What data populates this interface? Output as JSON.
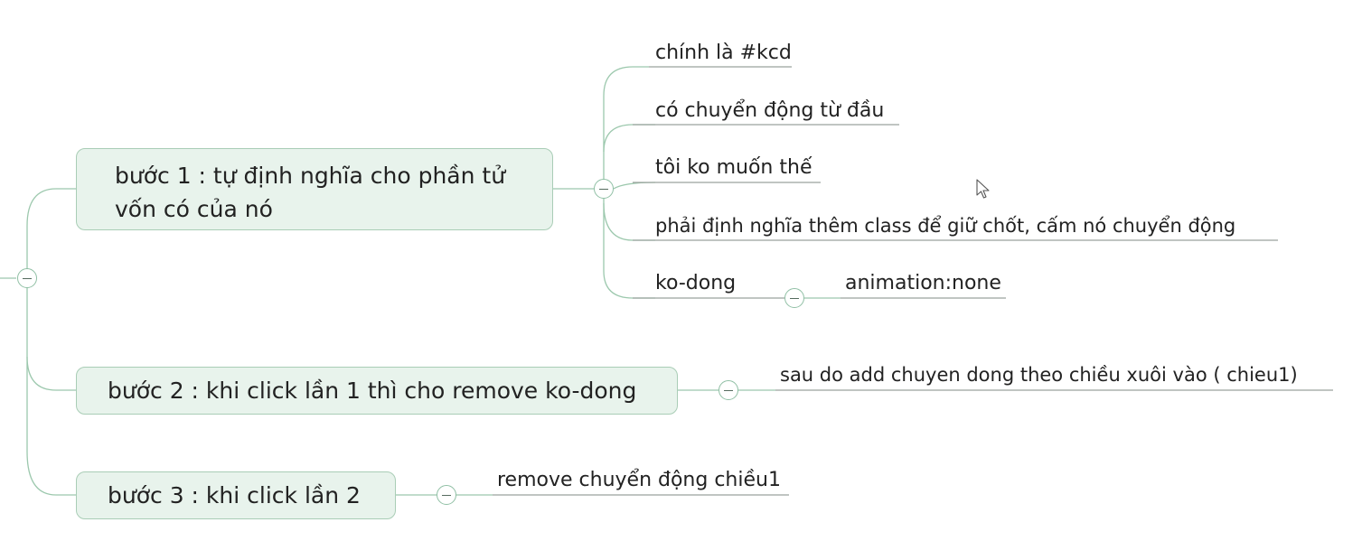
{
  "colors": {
    "connector": "#9cc8ad",
    "node_fill": "#e8f3ec",
    "node_border": "#a9cdb6",
    "leaf_underline": "#9aa29d"
  },
  "icons": {
    "toggle": "collapse-minus-icon",
    "cursor": "mouse-pointer-icon"
  },
  "steps": [
    {
      "label": "bước 1 : tự định nghĩa cho phần tử vốn có của nó",
      "children": [
        {
          "label": "chính là #kcd"
        },
        {
          "label": "có chuyển động từ đầu"
        },
        {
          "label": "tôi ko muốn thế"
        },
        {
          "label": "phải định nghĩa thêm class để giữ chốt, cấm nó chuyển động"
        },
        {
          "label": "ko-dong",
          "children": [
            {
              "label": "animation:none"
            }
          ]
        }
      ]
    },
    {
      "label": "bước 2 : khi click lần 1 thì cho remove ko-dong",
      "children": [
        {
          "label": "sau do add chuyen dong theo chiều xuôi vào ( chieu1)"
        }
      ]
    },
    {
      "label": "bước 3 : khi click lần 2",
      "children": [
        {
          "label": "remove chuyển động chiều1"
        }
      ]
    }
  ]
}
